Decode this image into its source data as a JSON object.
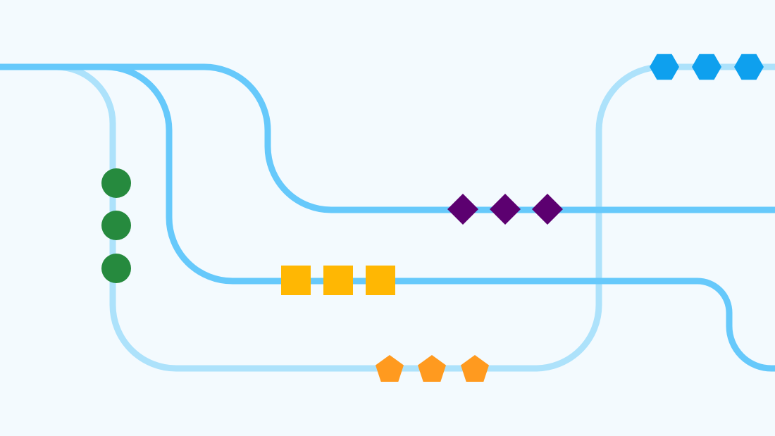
{
  "colors": {
    "background": "#f3fafe",
    "track_primary": "#66c9fb",
    "track_secondary": "#ade2fb",
    "circle_tokens": "#268a3e",
    "square_tokens": "#ffb703",
    "diamond_tokens": "#5c0070",
    "pentagon_tokens": "#ff9a1f",
    "hexagon_tokens": "#0ea0ee"
  },
  "tracks": [
    {
      "id": "top-branch",
      "style": "primary"
    },
    {
      "id": "middle-branch",
      "style": "primary"
    },
    {
      "id": "left-loop",
      "style": "secondary"
    },
    {
      "id": "right-loop",
      "style": "secondary"
    },
    {
      "id": "bottom-right-branch",
      "style": "primary"
    }
  ],
  "token_groups": [
    {
      "shape": "circle",
      "count": 3,
      "color_key": "circle_tokens"
    },
    {
      "shape": "square",
      "count": 3,
      "color_key": "square_tokens"
    },
    {
      "shape": "diamond",
      "count": 3,
      "color_key": "diamond_tokens"
    },
    {
      "shape": "pentagon",
      "count": 3,
      "color_key": "pentagon_tokens"
    },
    {
      "shape": "hexagon",
      "count": 3,
      "color_key": "hexagon_tokens"
    }
  ]
}
